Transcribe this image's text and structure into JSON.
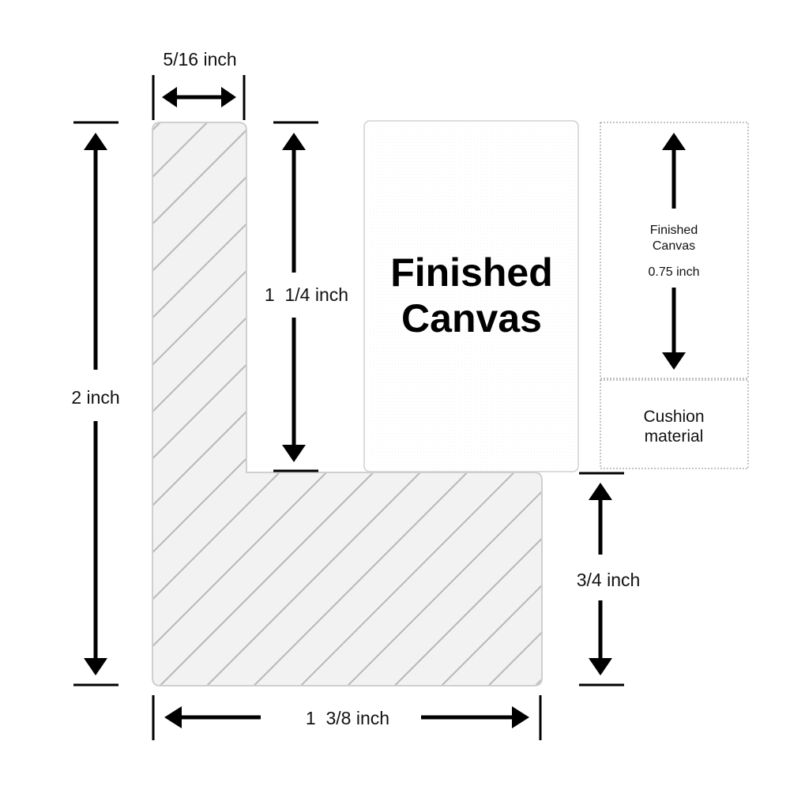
{
  "dimensions": {
    "top_width": "5/16 inch",
    "total_height": "2 inch",
    "inner_height": "1  1/4 inch",
    "base_height": "3/4 inch",
    "total_width": "1  3/8 inch"
  },
  "canvas": {
    "title_line1": "Finished",
    "title_line2": "Canvas"
  },
  "side_panel": {
    "canvas_label_line1": "Finished",
    "canvas_label_line2": "Canvas",
    "canvas_thickness": "0.75 inch",
    "cushion_line1": "Cushion",
    "cushion_line2": "material"
  },
  "colors": {
    "frame_fill": "#f2f2f2",
    "hatch": "#b8b8b8",
    "frame_stroke": "#cfcfcf",
    "dimension_line": "#000000"
  }
}
